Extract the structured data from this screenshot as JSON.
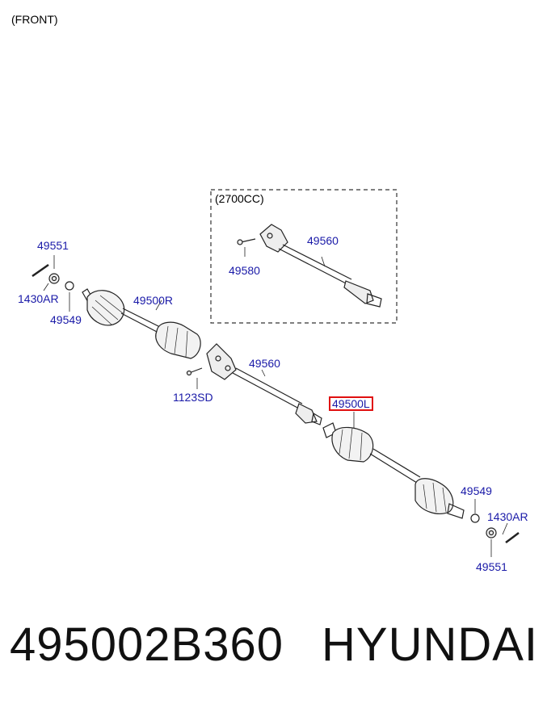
{
  "header": {
    "view_label": "(FRONT)",
    "variant_label": "(2700CC)"
  },
  "callouts": {
    "nut_left": "49551",
    "pin_left": "1430AR",
    "washer_left": "49549",
    "shaft_right": "49500R",
    "bolt_bearing": "1123SD",
    "shaft_mid": "49560",
    "shaft_left_selected": "49500L",
    "washer_right": "49549",
    "pin_right": "1430AR",
    "nut_right": "49551",
    "variant_shaft": "49560",
    "variant_bolt": "49580"
  },
  "footer": {
    "part_number": "495002B360",
    "brand": "HYUNDAI"
  },
  "colors": {
    "callout": "#1a1aa8",
    "highlight": "#e01010",
    "line": "#222222"
  }
}
